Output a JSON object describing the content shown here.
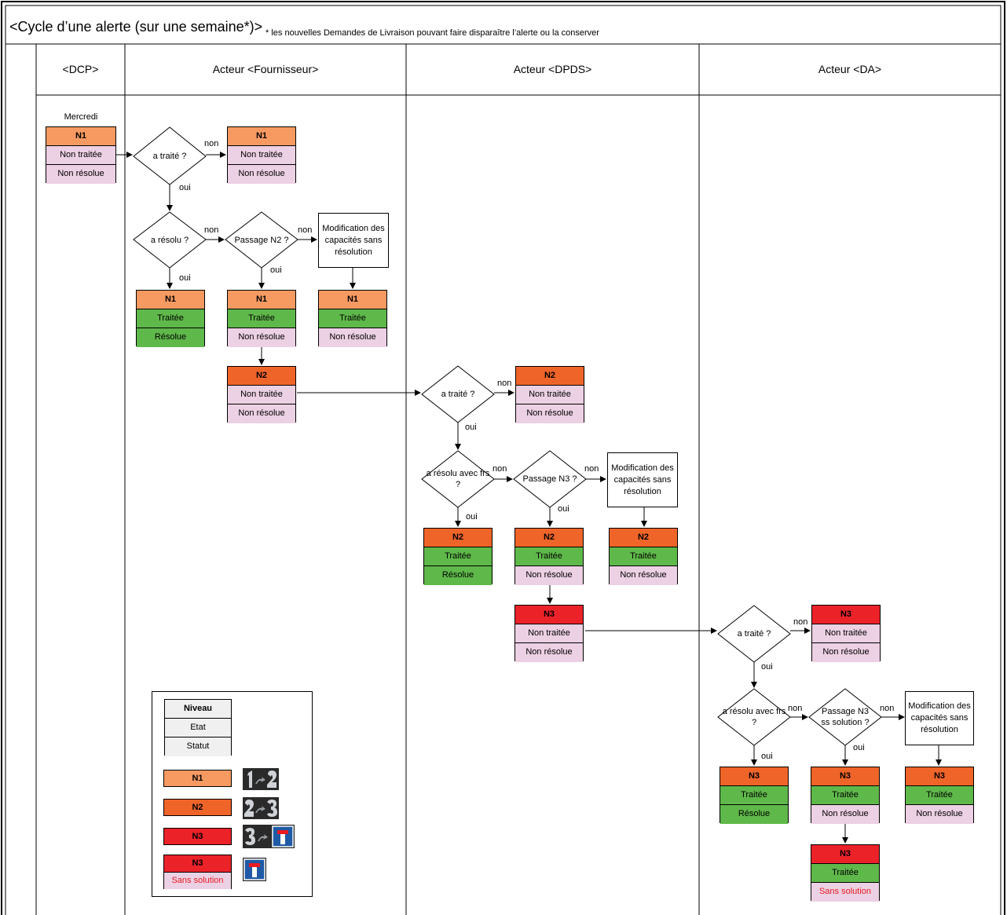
{
  "title": "<Cycle d’une alerte (sur une semaine*)>",
  "note": "* les nouvelles Demandes de Livraison pouvant faire disparaître l’alerte ou la conserver",
  "lanes": {
    "dcp": "<DCP>",
    "fournisseur": "Acteur <Fournisseur>",
    "dpds": "Acteur <DPDS>",
    "da": "Acteur <DA>"
  },
  "start_day": "Mercredi",
  "levels": {
    "n1": "N1",
    "n2": "N2",
    "n3": "N3"
  },
  "states": {
    "non_traitee": "Non traitée",
    "traitee": "Traitée",
    "non_resolue": "Non résolue",
    "resolue": "Résolue",
    "sans_solution": "Sans solution"
  },
  "decisions": {
    "a_traite": "a traité ?",
    "a_resolu": "a résolu ?",
    "passage_n2": "Passage N2 ?",
    "a_resolu_avec_frs": "a résolu avec frs ?",
    "passage_n3": "Passage N3 ?",
    "passage_n3_ss_solution": "Passage N3 ss solution ?"
  },
  "answers": {
    "yes": "oui",
    "no": "non"
  },
  "modification": "Modification des capacités sans résolution",
  "legend": {
    "niveau": "Niveau",
    "etat": "Etat",
    "statut": "Statut",
    "rows": [
      {
        "level": "N1",
        "sub": "",
        "icon": "escalate-1-to-2-icon"
      },
      {
        "level": "N2",
        "sub": "",
        "icon": "escalate-2-to-3-icon"
      },
      {
        "level": "N3",
        "sub": "",
        "icon": "escalate-3-to-dead-end-icon"
      },
      {
        "level": "N3",
        "sub": "Sans solution",
        "icon": "dead-end-icon"
      }
    ]
  },
  "colors": {
    "n1": "#f79a62",
    "n2": "#ef6428",
    "n3": "#ec2229",
    "traitee": "#5fb84a",
    "non_resolue": "#ecd0e3",
    "sans_solution_text": "#e81b23"
  }
}
